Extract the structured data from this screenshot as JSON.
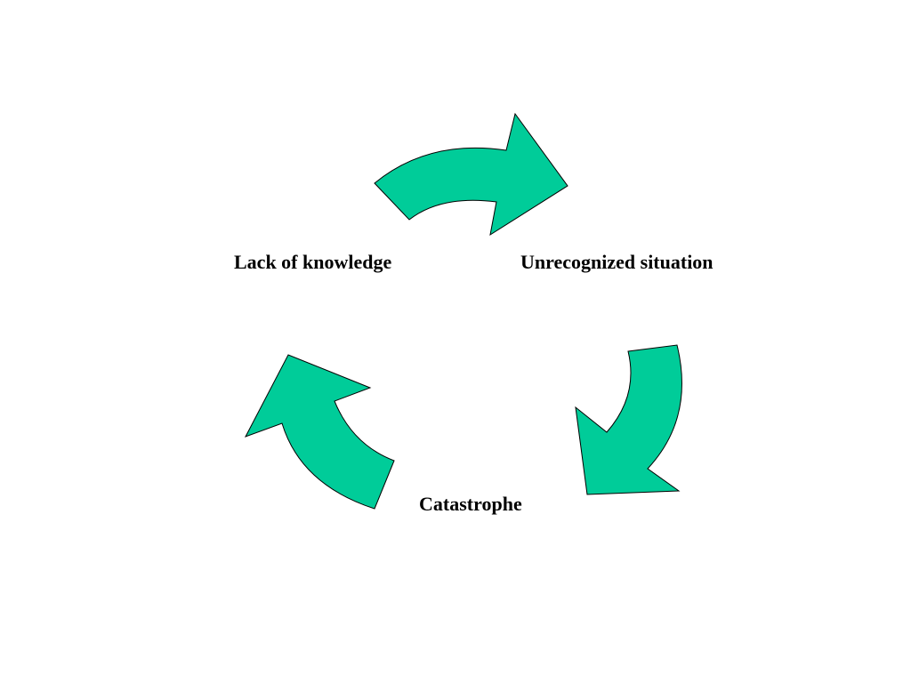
{
  "diagram": {
    "type": "cycle",
    "nodes": [
      {
        "id": "lack",
        "label": "Lack of knowledge"
      },
      {
        "id": "unrecognized",
        "label": "Unrecognized situation"
      },
      {
        "id": "catastrophe",
        "label": "Catastrophe"
      }
    ],
    "edges": [
      {
        "from": "lack",
        "to": "unrecognized"
      },
      {
        "from": "unrecognized",
        "to": "catastrophe"
      },
      {
        "from": "catastrophe",
        "to": "lack"
      }
    ],
    "colors": {
      "arrow_fill": "#00cc99",
      "arrow_stroke": "#000000",
      "label_text": "#000000",
      "background": "#ffffff"
    }
  }
}
